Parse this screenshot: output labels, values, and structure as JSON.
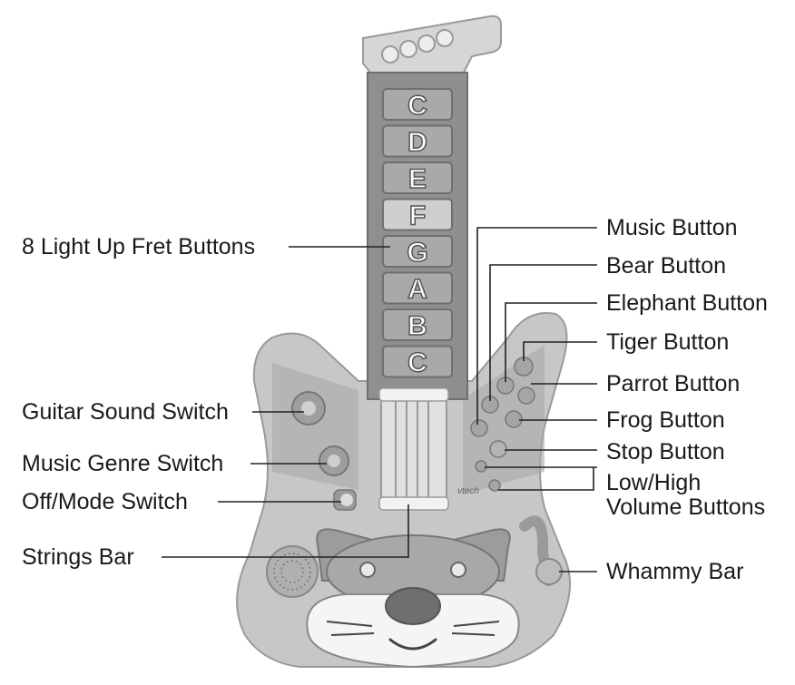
{
  "frets": [
    "C",
    "D",
    "E",
    "F",
    "G",
    "A",
    "B",
    "C"
  ],
  "brand": "vtech",
  "labels_left": {
    "fret_buttons": "8 Light Up Fret Buttons",
    "guitar_sound": "Guitar Sound Switch",
    "music_genre": "Music Genre Switch",
    "off_mode": "Off/Mode Switch",
    "strings_bar": "Strings Bar"
  },
  "labels_right": {
    "music": "Music Button",
    "bear": "Bear Button",
    "elephant": "Elephant Button",
    "tiger": "Tiger Button",
    "parrot": "Parrot Button",
    "frog": "Frog Button",
    "stop": "Stop Button",
    "volume_line1": "Low/High",
    "volume_line2": "Volume Buttons",
    "whammy": "Whammy Bar"
  },
  "colors": {
    "body": "#bdbdbd",
    "neck": "#8a8a8a",
    "line": "#222222"
  }
}
